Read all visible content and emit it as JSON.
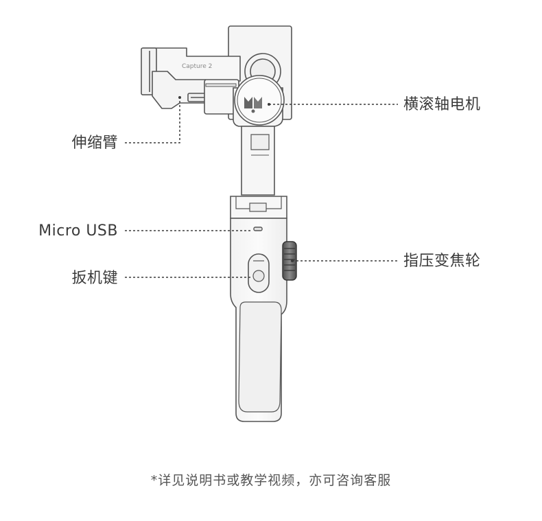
{
  "labels": {
    "extend_arm": "伸缩臂",
    "micro_usb": "Micro USB",
    "trigger": "扳机键",
    "roll_motor": "横滚轴电机",
    "zoom_wheel": "指压变焦轮"
  },
  "device": {
    "phone_clamp_text": "Capture 2"
  },
  "footnote": "*详见说明书或教学视频，亦可咨询客服",
  "colors": {
    "line": "#3a3a3a",
    "body_stroke": "#555555",
    "body_fill": "#f7f7f7",
    "wheel_fill": "#6f6f6f",
    "text": "#3a3a3a"
  }
}
